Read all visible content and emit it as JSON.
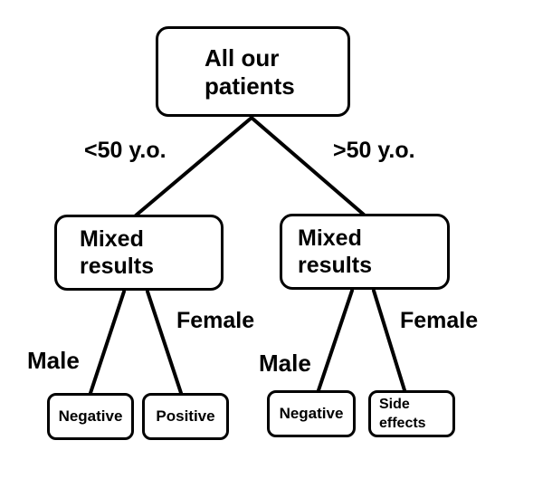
{
  "root": {
    "line1": "All our",
    "line2": "patients"
  },
  "edges": {
    "left": "<50 y.o.",
    "right": ">50 y.o.",
    "left_male": "Male",
    "left_female": "Female",
    "right_male": "Male",
    "right_female": "Female"
  },
  "mid_left": {
    "line1": "Mixed",
    "line2": "results"
  },
  "mid_right": {
    "line1": "Mixed",
    "line2": "results"
  },
  "leaves": {
    "left_male": "Negative",
    "left_female": "Positive",
    "right_male": "Negative",
    "right_female_line1": "Side",
    "right_female_line2": "effects"
  },
  "colors": {
    "stroke": "#000000",
    "background": "#ffffff"
  }
}
